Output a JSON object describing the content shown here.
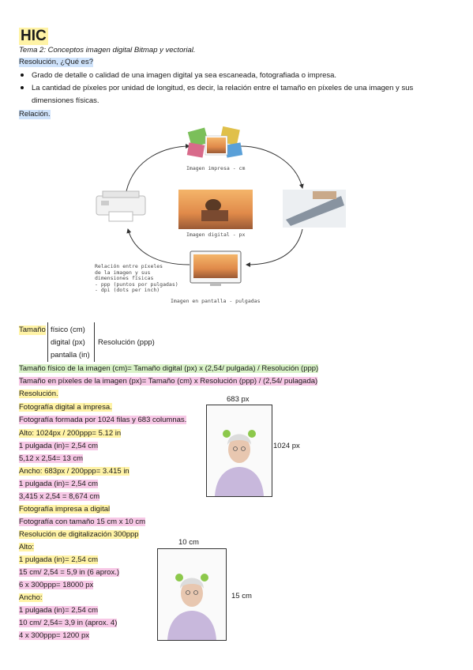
{
  "header": {
    "title": "HIC",
    "subtitle": "Tema 2: Conceptos imagen digital Bitmap y vectorial.",
    "question": "Resolución, ¿Qué es?"
  },
  "bullets": [
    "Grado de detalle o calidad de una imagen digital ya sea escaneada, fotografiada o impresa.",
    "La cantidad de píxeles por unidad de longitud, es decir, la relación entre el tamaño en píxeles de una imagen y sus",
    "dimensiones físicas."
  ],
  "relation_heading": "Relación.",
  "diagram": {
    "label_printed": "Imagen impresa - cm",
    "label_digital": "Imagen digital - px",
    "label_screen": "Imagen en pantalla - pulgadas",
    "relation_note": [
      "Relación entre píxeles",
      "de la imagen y sus",
      "dimensiones físicas",
      "- ppp (puntos por pulgadas)",
      "- dpi (dots per inch)"
    ]
  },
  "size_block": {
    "label": "Tamaño",
    "items": [
      "físico (cm)",
      "digital (px)",
      "pantalla (in)"
    ],
    "result": "Resolución (ppp)"
  },
  "formulas": [
    "Tamaño físico de la imagen (cm)= Tamaño digital (px) x (2,54/ pulgada) / Resolución (ppp)",
    "Tamaño en píxeles de la imagen (px)= Tamaño (cm) x Resolución (ppp) / (2,54/ pulagada)"
  ],
  "resolution_heading": "Resolución.",
  "example1": {
    "lines": [
      "Fotografía digital a impresa.",
      "Fotografía formada por 1024 filas y 683 columnas.",
      "Alto: 1024px / 200ppp= 5.12 in",
      "1 pulgada (in)= 2,54 cm",
      "5,12 x 2,54= 13 cm",
      "Ancho: 683px / 200ppp= 3.415 in",
      "1 pulgada (in)= 2,54 cm",
      "3,415 x 2,54 = 8,674 cm"
    ],
    "width_label": "683 px",
    "height_label": "1024 px"
  },
  "example2": {
    "lines": [
      "Fotografía impresa a digital",
      "Fotografía con tamaño 15 cm x 10 cm",
      "Resolución de digitalización 300ppp",
      "Alto:",
      "1 pulgada (in)= 2,54 cm",
      "15 cm/ 2,54 = 5,9 in (6 aprox.)",
      "6 x 300ppp= 18000 px",
      "Ancho:",
      "1 pulgada (in)= 2,54 cm",
      "10 cm/ 2,54= 3,9 in (aprox. 4)",
      "4 x 300ppp= 1200 px"
    ],
    "width_label": "10 cm",
    "height_label": "15 cm"
  }
}
